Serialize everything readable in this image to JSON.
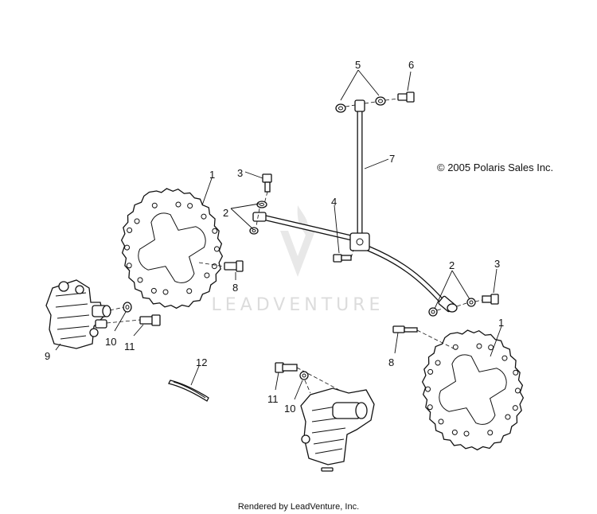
{
  "copyright": "© 2005 Polaris Sales Inc.",
  "footer": "Rendered by LeadVenture, Inc.",
  "watermark": "LEADVENTURE",
  "callouts": [
    "1",
    "2",
    "3",
    "4",
    "5",
    "6",
    "7",
    "8",
    "9",
    "10",
    "11",
    "12"
  ]
}
